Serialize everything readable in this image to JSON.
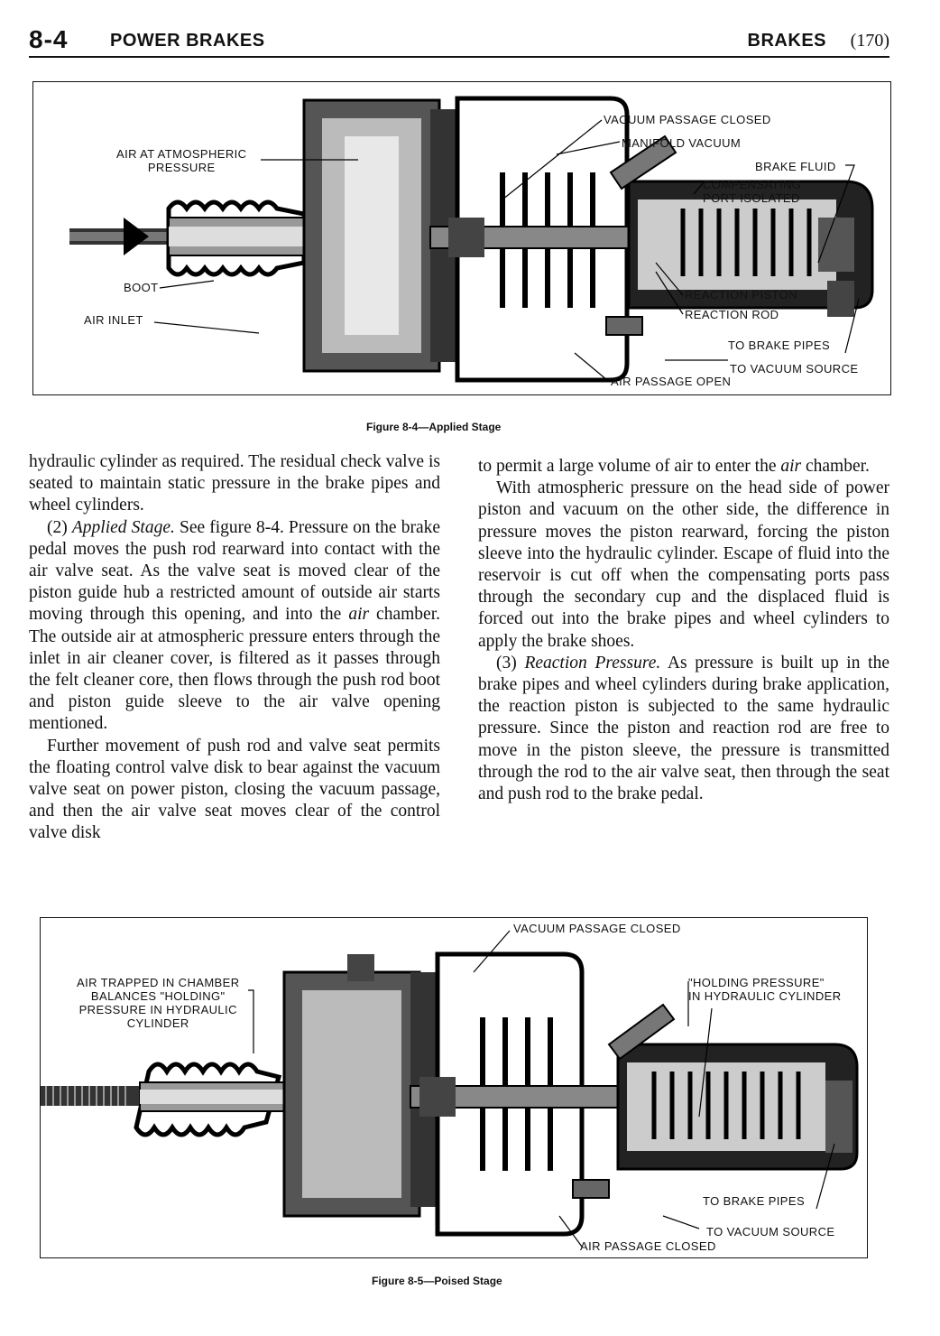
{
  "header": {
    "section_number": "8-4",
    "section_title": "POWER BRAKES",
    "chapter": "BRAKES",
    "page": "(170)"
  },
  "figure1": {
    "caption": "Figure 8-4—Applied Stage",
    "callouts": {
      "air_atm_1": "AIR AT ATMOSPHERIC",
      "air_atm_2": "PRESSURE",
      "boot": "BOOT",
      "air_inlet": "AIR INLET",
      "vacuum_closed": "VACUUM PASSAGE CLOSED",
      "manifold": "MANIFOLD VACUUM",
      "brake_fluid": "BRAKE FLUID",
      "comp_1": "COMPENSATING",
      "comp_2": "PORT ISOLATED",
      "reaction_piston": "REACTION PISTON",
      "reaction_rod": "REACTION ROD",
      "brake_pipes": "TO BRAKE PIPES",
      "vacuum_source": "TO VACUUM SOURCE",
      "air_open": "AIR PASSAGE OPEN"
    }
  },
  "figure2": {
    "caption": "Figure 8-5—Poised Stage",
    "callouts": {
      "trapped_1": "AIR TRAPPED IN CHAMBER",
      "trapped_2": "BALANCES \"HOLDING\"",
      "trapped_3": "PRESSURE IN HYDRAULIC",
      "trapped_4": "CYLINDER",
      "vacuum_closed": "VACUUM PASSAGE CLOSED",
      "holding_1": "\"HOLDING PRESSURE\"",
      "holding_2": "IN HYDRAULIC CYLINDER",
      "brake_pipes": "TO BRAKE PIPES",
      "vacuum_source": "TO VACUUM SOURCE",
      "air_closed": "AIR PASSAGE CLOSED"
    }
  },
  "body": {
    "left": {
      "p1": "hydraulic cylinder as required. The residual check valve is seated to maintain static pressure in the brake pipes and wheel cylinders.",
      "p2_num": "(2) ",
      "p2_title": "Applied Stage.",
      "p2_a": " See figure 8-4. Pressure on the brake pedal moves the push rod rearward into contact with the air valve seat. As the valve seat is moved clear of the piston guide hub a restricted amount of outside air starts moving through this opening, and into the ",
      "p2_air": "air",
      "p2_b": " chamber. The outside air at atmospheric pressure enters through the inlet in air cleaner cover, is filtered as it passes through the felt cleaner core, then flows through the push rod boot and piston guide sleeve to the air valve opening mentioned.",
      "p3": "Further movement of push rod and valve seat permits the floating control valve disk to bear against the vacuum valve seat on power piston, closing the vacuum passage, and then the air valve seat moves clear of the control valve disk"
    },
    "right": {
      "p1_a": "to permit a large volume of air to enter the ",
      "p1_air": "air",
      "p1_b": " chamber.",
      "p2": "With atmospheric pressure on the head side of power piston and vacuum on the other side, the difference in pressure moves the piston rearward, forcing the piston sleeve into the hydraulic cylinder. Escape of fluid into the reservoir is cut off when the compensating ports pass through the secondary cup and the displaced fluid is forced out into the brake pipes and wheel cylinders to apply the brake shoes.",
      "p3_num": "(3) ",
      "p3_title": "Reaction Pressure.",
      "p3_text": " As pressure is built up in the brake pipes and wheel cylinders during brake application, the reaction piston is subjected to the same hydraulic pressure. Since the piston and reaction rod are free to move in the piston sleeve, the pressure is transmitted through the rod to the air valve seat, then through the seat and push rod to the brake pedal."
    }
  }
}
